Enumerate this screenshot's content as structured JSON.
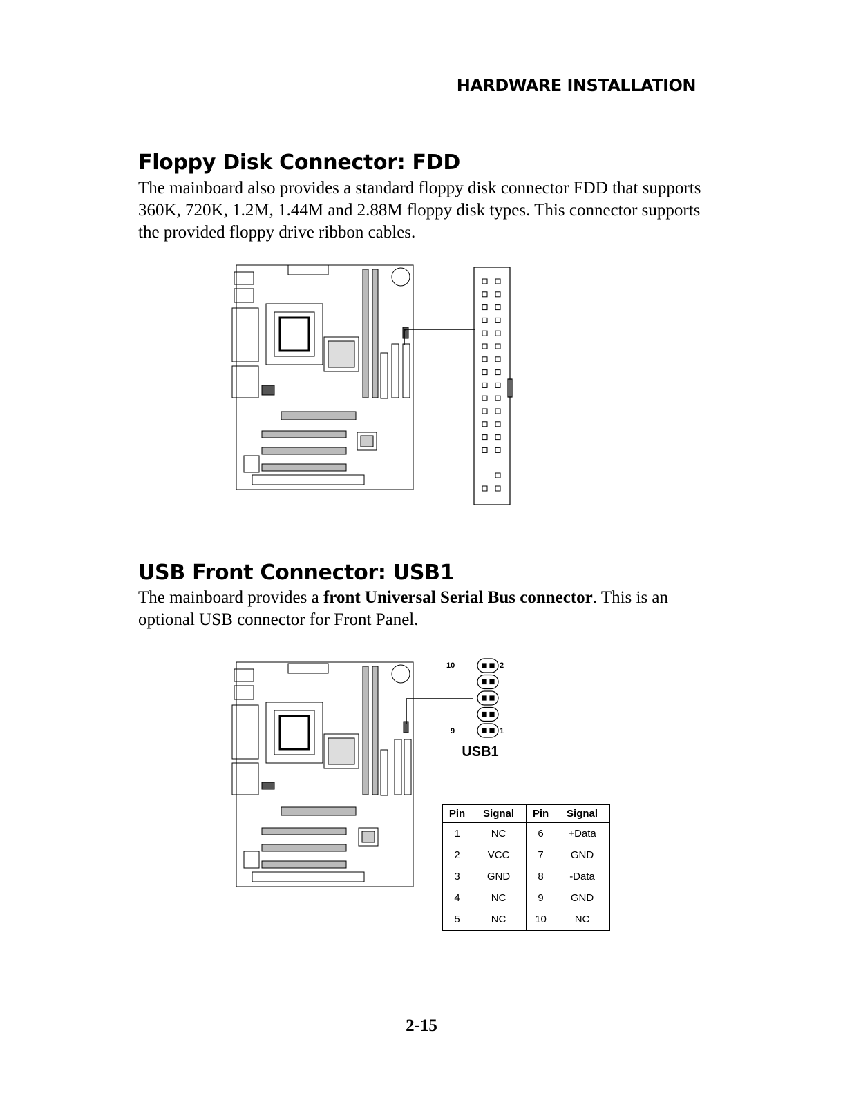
{
  "header": {
    "running_head": "HARDWARE INSTALLATION"
  },
  "fdd_section": {
    "title": "Floppy Disk Connector:  FDD",
    "body": "The mainboard also provides a standard floppy disk connector FDD that supports 360K, 720K, 1.2M, 1.44M and 2.88M floppy disk types.  This connector supports the provided floppy drive ribbon cables."
  },
  "usb_section": {
    "title": "USB Front Connector: USB1",
    "body_prefix": "The mainboard provides a ",
    "body_bold": "front Universal Serial Bus connector",
    "body_suffix": ".  This is an optional USB connector for Front Panel.",
    "connector_label": "USB1",
    "pin_labels": {
      "top_left": "10",
      "top_right": "2",
      "bottom_left": "9",
      "bottom_right": "1"
    },
    "table": {
      "headers": [
        "Pin",
        "Signal",
        "Pin",
        "Signal"
      ],
      "rows": [
        [
          "1",
          "NC",
          "6",
          "+Data"
        ],
        [
          "2",
          "VCC",
          "7",
          "GND"
        ],
        [
          "3",
          "GND",
          "8",
          "-Data"
        ],
        [
          "4",
          "NC",
          "9",
          "GND"
        ],
        [
          "5",
          "NC",
          "10",
          "NC"
        ]
      ]
    }
  },
  "footer": {
    "page_number": "2-15"
  }
}
